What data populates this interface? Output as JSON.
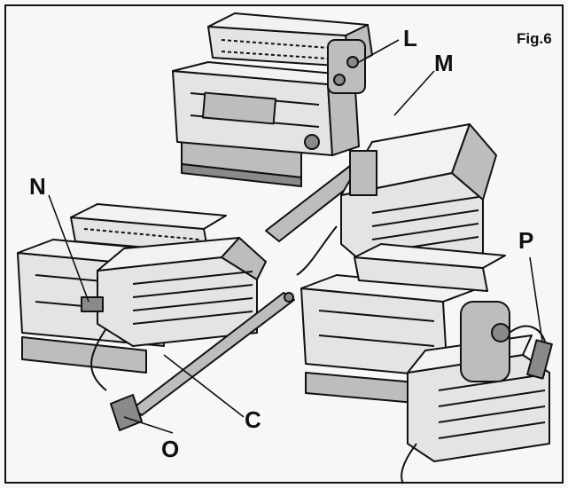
{
  "figure": {
    "caption": "Fig.6",
    "labels": {
      "L": "L",
      "M": "M",
      "N": "N",
      "P": "P",
      "C": "C",
      "O": "O"
    }
  },
  "colors": {
    "ink": "#111111",
    "paper": "#f7f7f5",
    "metal_light": "#e4e4e4",
    "metal_mid": "#bdbdbd",
    "metal_dark": "#8a8a8a"
  }
}
